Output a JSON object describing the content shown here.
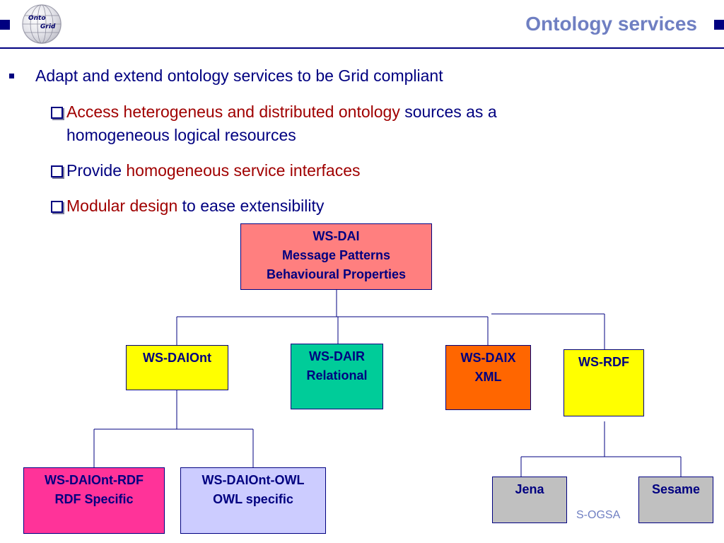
{
  "header": {
    "title": "Ontology services",
    "logo_line1": "Onto",
    "logo_line2": "Grid"
  },
  "bullets": {
    "main": "Adapt and extend ontology services to be Grid compliant",
    "sub": [
      {
        "red": "Access heterogeneus and distributed ontology",
        "blue": " sources as a",
        "line2": "homogeneous logical resources"
      },
      {
        "blue": "Provide ",
        "red": "homogeneous service interfaces"
      },
      {
        "red": "Modular design",
        "blue": " to ease extensibility"
      }
    ]
  },
  "diagram": {
    "root": {
      "lines": [
        "WS-DAI",
        "Message Patterns",
        "Behavioural Properties"
      ],
      "color": "#ff7f7f"
    },
    "children": [
      {
        "id": "ws-daiont",
        "lines": [
          "WS-DAIOnt"
        ],
        "color": "#ffff00"
      },
      {
        "id": "ws-dair",
        "lines": [
          "WS-DAIR",
          "Relational"
        ],
        "color": "#00cc99"
      },
      {
        "id": "ws-daix",
        "lines": [
          "WS-DAIX",
          "XML"
        ],
        "color": "#ff6600"
      },
      {
        "id": "ws-rdf",
        "lines": [
          "WS-RDF"
        ],
        "color": "#ffff00"
      }
    ],
    "daiont_children": [
      {
        "id": "ws-daiont-rdf",
        "lines": [
          "WS-DAIOnt-RDF",
          "RDF Specific"
        ],
        "color": "#ff3399"
      },
      {
        "id": "ws-daiont-owl",
        "lines": [
          "WS-DAIOnt-OWL",
          "OWL specific"
        ],
        "color": "#ccccff"
      }
    ],
    "rdf_children": [
      {
        "id": "jena",
        "lines": [
          "Jena"
        ],
        "color": "#c0c0c0"
      },
      {
        "id": "sesame",
        "lines": [
          "Sesame"
        ],
        "color": "#c0c0c0"
      }
    ]
  },
  "footer": "S-OGSA",
  "colors": {
    "brand_navy": "#000080",
    "title_blue": "#6f7fc2",
    "highlight_red": "#a00000"
  }
}
